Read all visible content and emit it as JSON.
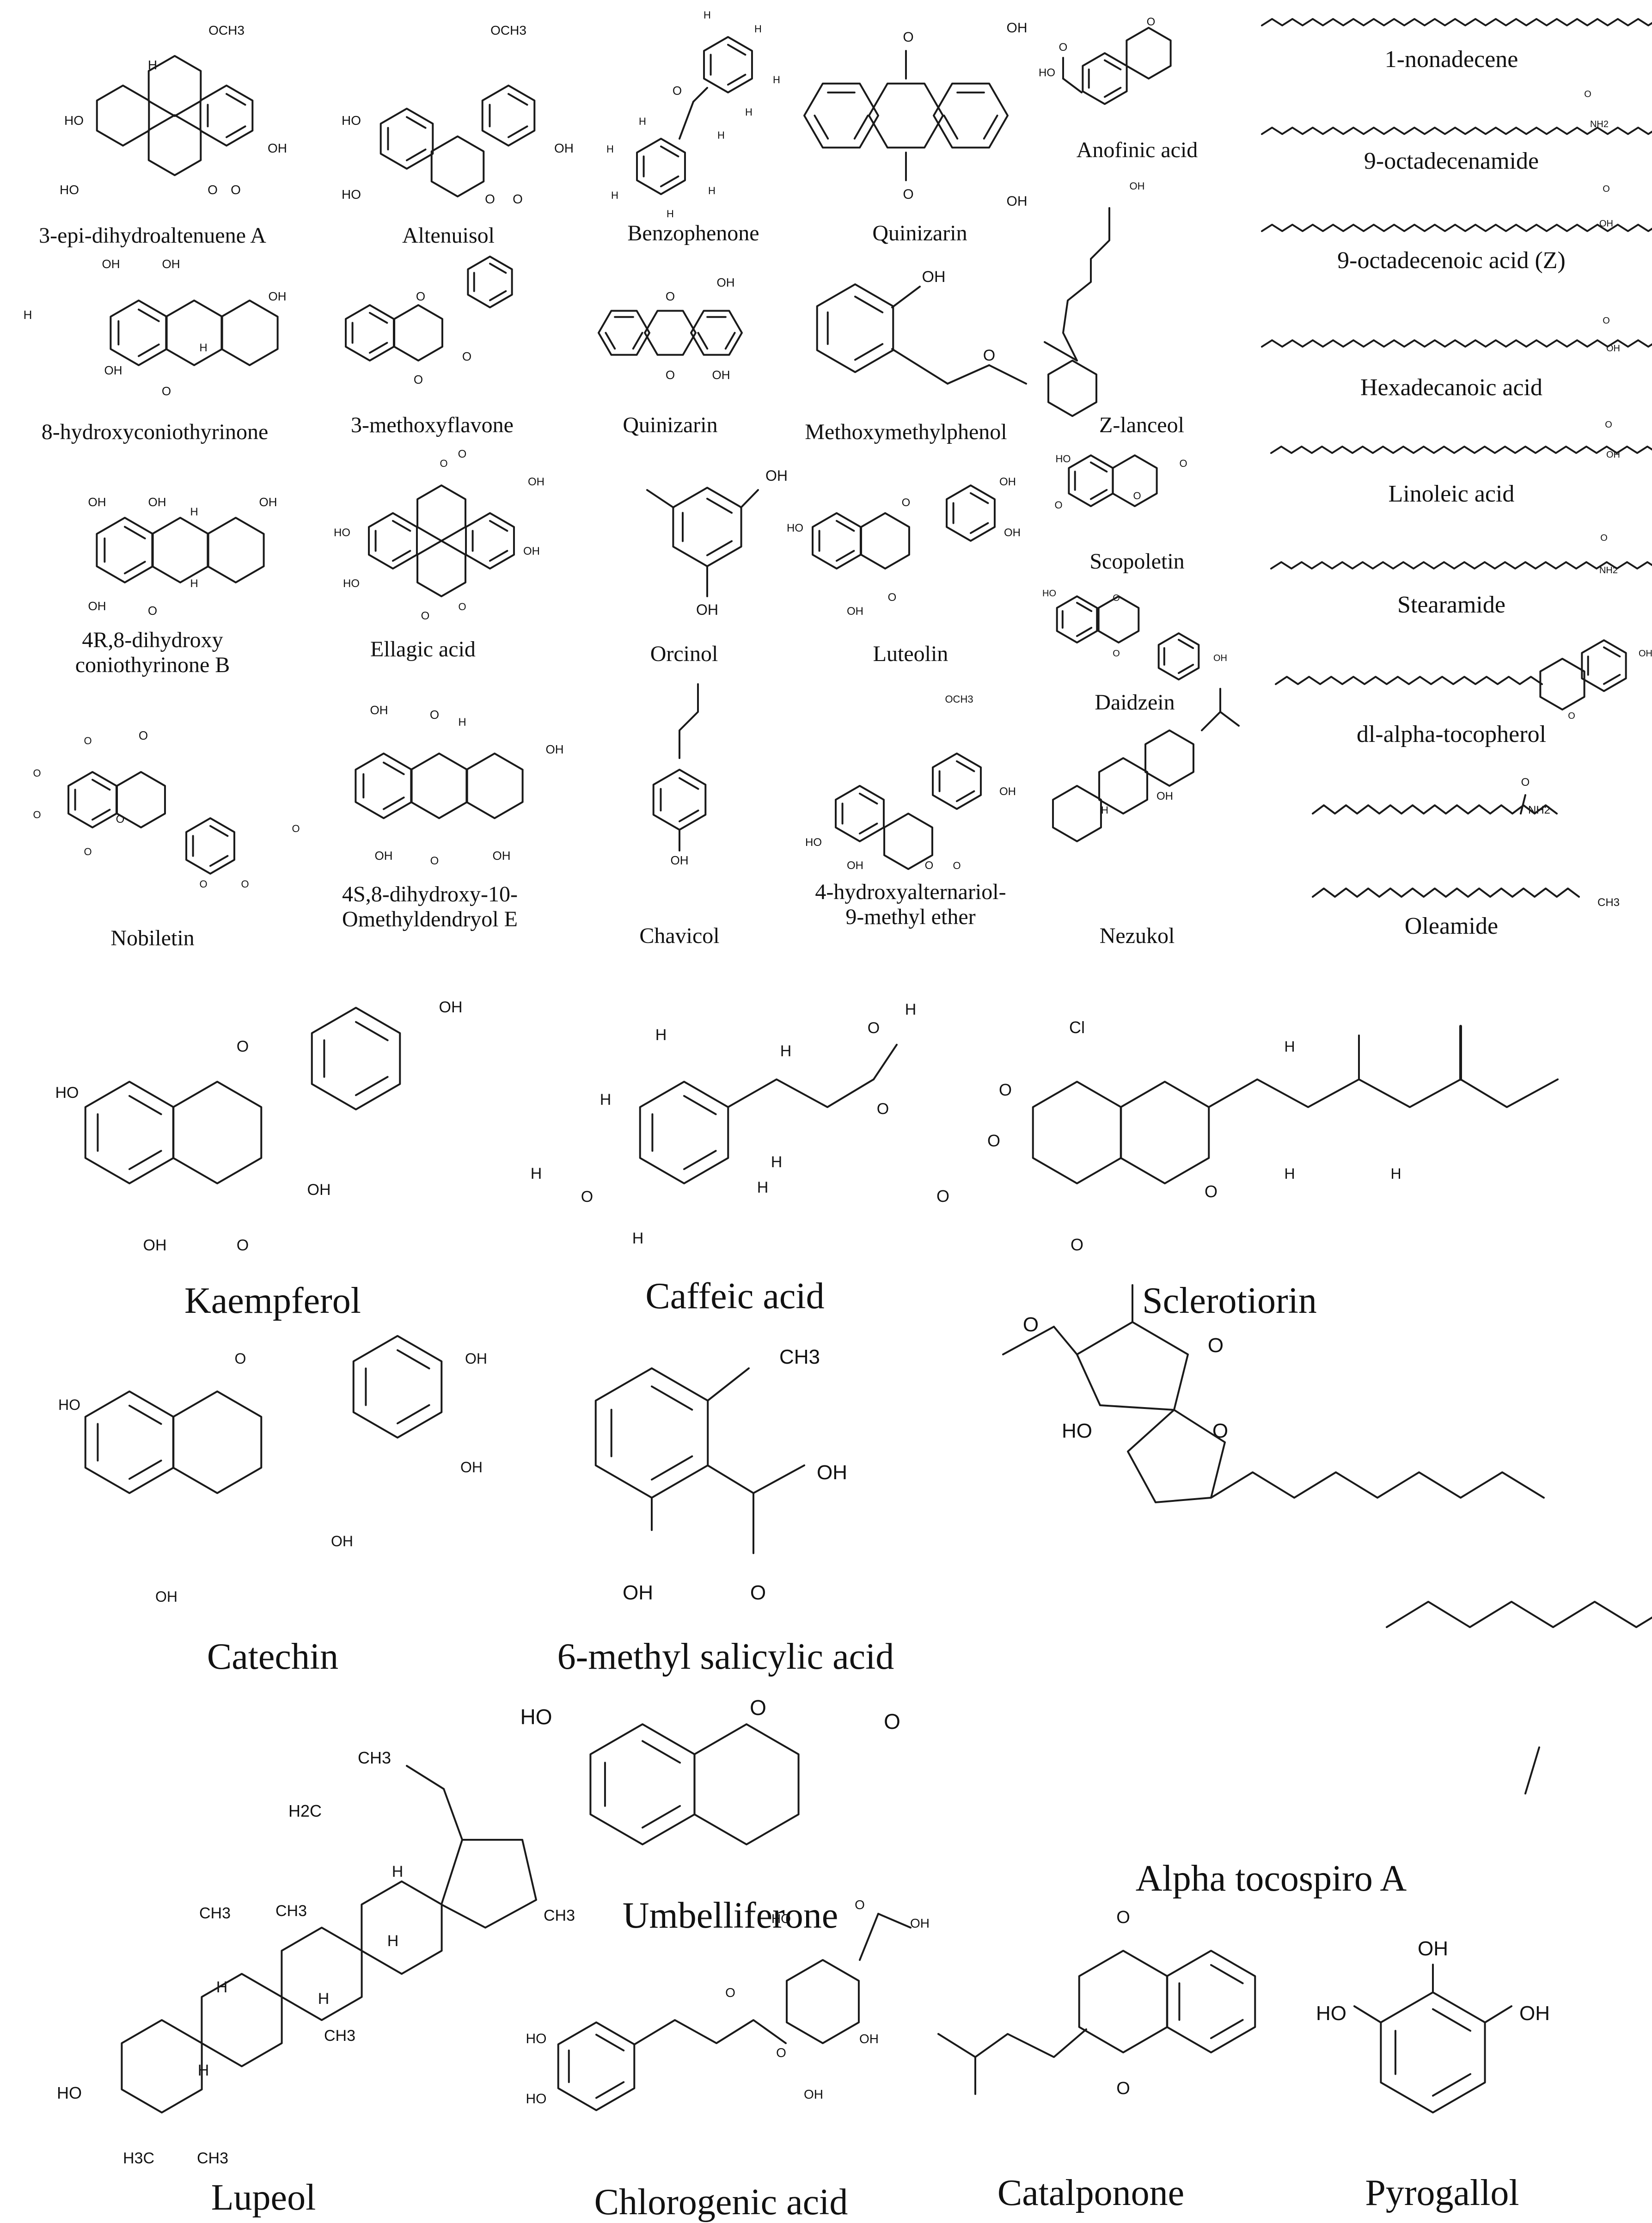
{
  "compounds": [
    {
      "name": "3-epi-dihydroaltenuene A",
      "atoms": [
        "OCH3",
        "HO",
        "HO",
        "OH",
        "O",
        "O",
        "H"
      ]
    },
    {
      "name": "Altenuisol",
      "atoms": [
        "OCH3",
        "HO",
        "HO",
        "OH",
        "O",
        "O"
      ]
    },
    {
      "name": "Benzophenone",
      "atoms": [
        "O",
        "H",
        "H",
        "H",
        "H",
        "H",
        "H",
        "H",
        "H",
        "H",
        "H"
      ]
    },
    {
      "name": "Quinizarin",
      "atoms": [
        "O",
        "O",
        "OH",
        "OH"
      ]
    },
    {
      "name": "Anofinic acid",
      "atoms": [
        "HO",
        "O",
        "O"
      ]
    },
    {
      "name": "1-nonadecene",
      "atoms": []
    },
    {
      "name": "9-octadecenamide",
      "atoms": [
        "O",
        "NH2"
      ]
    },
    {
      "name": "9-octadecenoic acid (Z)",
      "atoms": [
        "O",
        "OH"
      ]
    },
    {
      "name": "8-hydroxyconiothyrinone",
      "atoms": [
        "OH",
        "OH",
        "OH",
        "O",
        "OH",
        "H",
        "H"
      ]
    },
    {
      "name": "3-methoxyflavone",
      "atoms": [
        "O",
        "O",
        "O"
      ]
    },
    {
      "name": "Quinizarin",
      "atoms": [
        "O",
        "OH",
        "O",
        "OH"
      ]
    },
    {
      "name": "Methoxymethylphenol",
      "atoms": [
        "OH",
        "O"
      ]
    },
    {
      "name": "Z-lanceol",
      "atoms": [
        "OH"
      ]
    },
    {
      "name": "Hexadecanoic acid",
      "atoms": [
        "O",
        "OH"
      ]
    },
    {
      "name": "Linoleic acid",
      "atoms": [
        "O",
        "OH"
      ]
    },
    {
      "name": "4R,8-dihydroxy",
      "name2": "coniothyrinone B",
      "atoms": [
        "OH",
        "OH",
        "OH",
        "OH",
        "O",
        "H",
        "H"
      ]
    },
    {
      "name": "Ellagic acid",
      "atoms": [
        "OH",
        "HO",
        "HO",
        "OH",
        "O",
        "O",
        "O",
        "O"
      ]
    },
    {
      "name": "Orcinol",
      "atoms": [
        "OH",
        "OH"
      ]
    },
    {
      "name": "Luteolin",
      "atoms": [
        "HO",
        "OH",
        "OH",
        "OH",
        "O",
        "O"
      ]
    },
    {
      "name": "Scopoletin",
      "atoms": [
        "HO",
        "O",
        "O",
        "O"
      ]
    },
    {
      "name": "Stearamide",
      "atoms": [
        "O",
        "NH2"
      ]
    },
    {
      "name": "Daidzein",
      "atoms": [
        "HO",
        "O",
        "O",
        "OH"
      ]
    },
    {
      "name": "dl-alpha-tocopherol",
      "atoms": [
        "O",
        "OH"
      ]
    },
    {
      "name": "Nobiletin",
      "atoms": [
        "O",
        "O",
        "O",
        "O",
        "O",
        "O",
        "O",
        "O"
      ]
    },
    {
      "name": "4S,8-dihydroxy-10-",
      "name2": "Omethyldendryol E",
      "atoms": [
        "OH",
        "O",
        "OH",
        "OH",
        "OH",
        "O",
        "H"
      ]
    },
    {
      "name": "Chavicol",
      "atoms": [
        "OH"
      ]
    },
    {
      "name": "4-hydroxyalternariol-",
      "name2": "9-methyl ether",
      "atoms": [
        "OCH3",
        "OH",
        "HO",
        "OH",
        "O",
        "O"
      ]
    },
    {
      "name": "Nezukol",
      "atoms": [
        "OH",
        "H"
      ]
    },
    {
      "name": "Oleamide",
      "atoms": [
        "O",
        "NH2",
        "CH3"
      ]
    },
    {
      "name": "Kaempferol",
      "atoms": [
        "OH",
        "HO",
        "O",
        "OH",
        "OH",
        "O"
      ]
    },
    {
      "name": "Caffeic acid",
      "atoms": [
        "H",
        "O",
        "H",
        "H",
        "H",
        "O",
        "H",
        "O",
        "H",
        "H",
        "H"
      ]
    },
    {
      "name": "Sclerotiorin",
      "atoms": [
        "Cl",
        "O",
        "O",
        "O",
        "O",
        "O",
        "H",
        "H",
        "H"
      ]
    },
    {
      "name": "Catechin",
      "atoms": [
        "OH",
        "HO",
        "O",
        "OH",
        "OH",
        "OH"
      ]
    },
    {
      "name": "6-methyl salicylic acid",
      "atoms": [
        "CH3",
        "OH",
        "OH",
        "O"
      ]
    },
    {
      "name": "Alpha tocospiro A",
      "atoms": [
        "O",
        "O",
        "O",
        "HO"
      ]
    },
    {
      "name": "Umbelliferone",
      "atoms": [
        "HO",
        "O",
        "O"
      ]
    },
    {
      "name": "Lupeol",
      "atoms": [
        "CH3",
        "H2C",
        "H",
        "H",
        "CH3",
        "CH3",
        "CH3",
        "H",
        "H",
        "CH3",
        "HO",
        "H",
        "H3C",
        "CH3"
      ]
    },
    {
      "name": "Chlorogenic acid",
      "atoms": [
        "O",
        "OH",
        "HO",
        "HO",
        "HO",
        "O",
        "O",
        "OH",
        "OH"
      ]
    },
    {
      "name": "Catalponone",
      "atoms": [
        "O",
        "O"
      ]
    },
    {
      "name": "Pyrogallol",
      "atoms": [
        "OH",
        "HO",
        "OH"
      ]
    }
  ]
}
